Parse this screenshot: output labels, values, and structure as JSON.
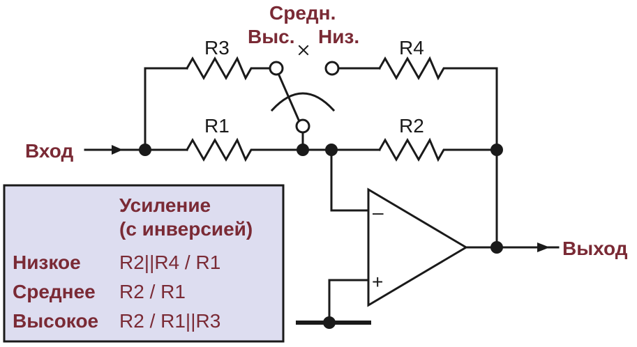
{
  "components": {
    "r1": "R1",
    "r2": "R2",
    "r3": "R3",
    "r4": "R4"
  },
  "switch": {
    "mid_label": "Средн.",
    "high_label": "Выс.",
    "low_label": "Низ."
  },
  "terminals": {
    "input": "Вход",
    "output": "Выход"
  },
  "opamp": {
    "minus": "–",
    "plus": "+"
  },
  "gain_table": {
    "header_line1": "Усиление",
    "header_line2": "(с инверсией)",
    "rows": [
      {
        "name": "Низкое",
        "formula": "R2||R4 / R1"
      },
      {
        "name": "Среднее",
        "formula": "R2 / R1"
      },
      {
        "name": "Высокое",
        "formula": "R2 / R1||R3"
      }
    ]
  },
  "colors": {
    "accent": "#7a2a35",
    "table_bg": "#ddddf0",
    "line": "#1a1a1a"
  }
}
